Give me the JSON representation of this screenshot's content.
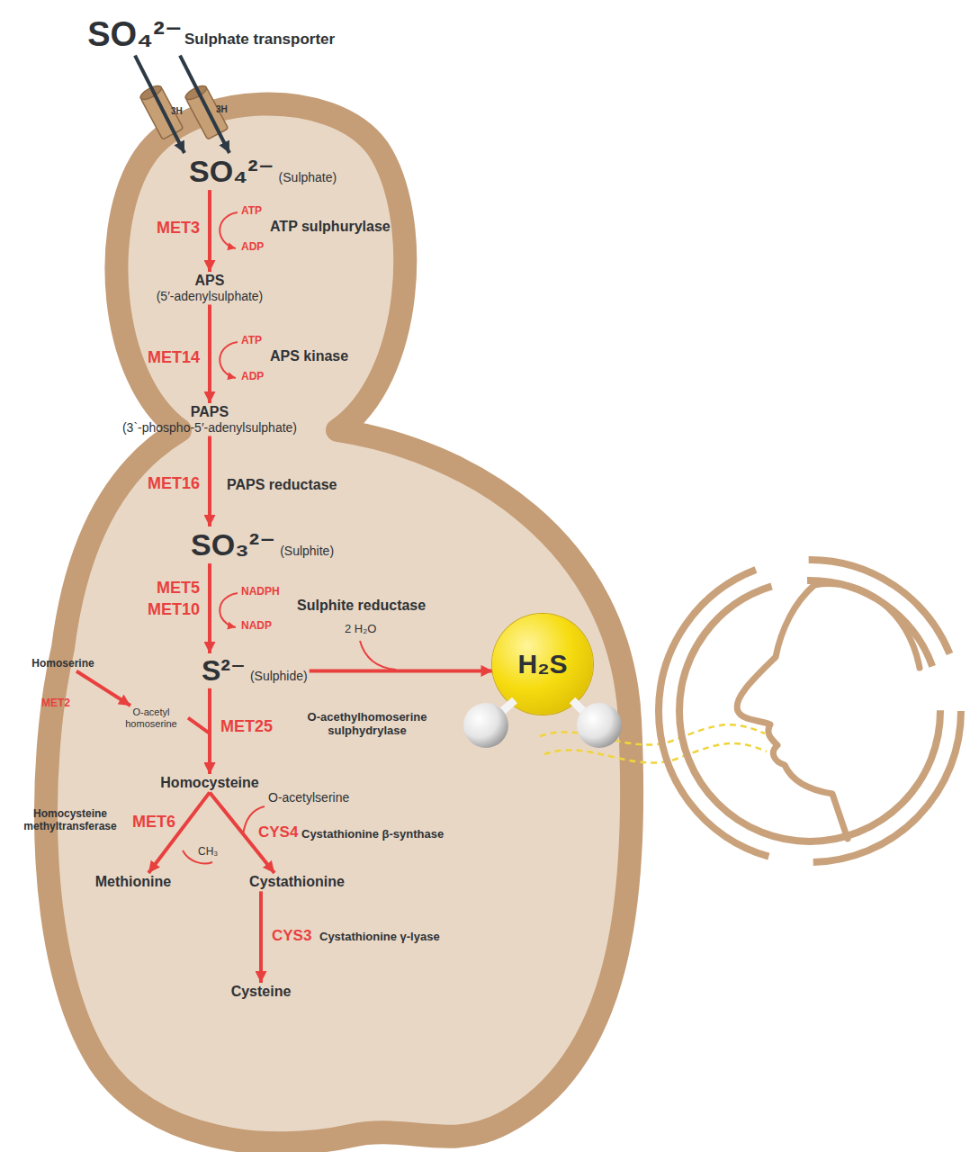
{
  "diagram": {
    "nodes": [
      {
        "text": [
          "SO₄²⁻"
        ]
      },
      {
        "text": [
          "SO₄²⁻",
          "(Sulphate)"
        ]
      },
      {
        "text": [
          "APS",
          "(5′-adenylsulphate)"
        ]
      },
      {
        "text": [
          "PAPS",
          "(3`-phospho-5′-adenylsulphate)"
        ]
      },
      {
        "text": [
          "SO₃²⁻",
          "(Sulphite)"
        ]
      },
      {
        "text": [
          "S²⁻",
          "(Sulphide)"
        ]
      },
      {
        "text": [
          "H₂S"
        ]
      },
      {
        "text": [
          "Homoserine"
        ]
      },
      {
        "text": [
          "O-acetyl homoserine"
        ]
      },
      {
        "text": [
          "Homocysteine"
        ]
      },
      {
        "text": [
          "Methionine"
        ]
      },
      {
        "text": [
          "Cystathionine"
        ]
      },
      {
        "text": [
          "Cysteine"
        ]
      }
    ],
    "edges": [
      {
        "from": 0,
        "to": 1,
        "arrow": "to"
      },
      {
        "from": 0,
        "to": 1,
        "arrow": "to"
      },
      {
        "from": 1,
        "to": 2,
        "arrow": "to"
      },
      {
        "from": 2,
        "to": 3,
        "arrow": "to"
      },
      {
        "from": 3,
        "to": 4,
        "arrow": "to"
      },
      {
        "from": 4,
        "to": 5,
        "arrow": "to"
      },
      {
        "from": 5,
        "to": 6,
        "arrow": "to"
      },
      {
        "from": 7,
        "to": 8,
        "arrow": "to"
      },
      {
        "from": 8,
        "to": 9,
        "arrow": "to"
      },
      {
        "from": 5,
        "to": 9,
        "arrow": "to"
      },
      {
        "from": 9,
        "to": 10,
        "arrow": "to"
      },
      {
        "from": 9,
        "to": 11,
        "arrow": "to"
      },
      {
        "from": 11,
        "to": 12,
        "arrow": "to"
      }
    ],
    "labels": [
      "Sulphate transporter",
      "3H",
      "3H",
      "MET3",
      "ATP",
      "ADP",
      "ATP sulphurylase",
      "MET14",
      "ATP",
      "ADP",
      "APS kinase",
      "MET16",
      "PAPS reductase",
      "MET5",
      "MET10",
      "NADPH",
      "NADP",
      "Sulphite reductase",
      "2 H₂O",
      "MET2",
      "MET25",
      "O-acethylhomoserine sulphydrylase",
      "Homocysteine methyltransferase",
      "MET6",
      "CH₃",
      "O-acetylserine",
      "CYS4",
      "Cystathionine β-synthase",
      "CYS3",
      "Cystathionine γ-lyase"
    ]
  }
}
